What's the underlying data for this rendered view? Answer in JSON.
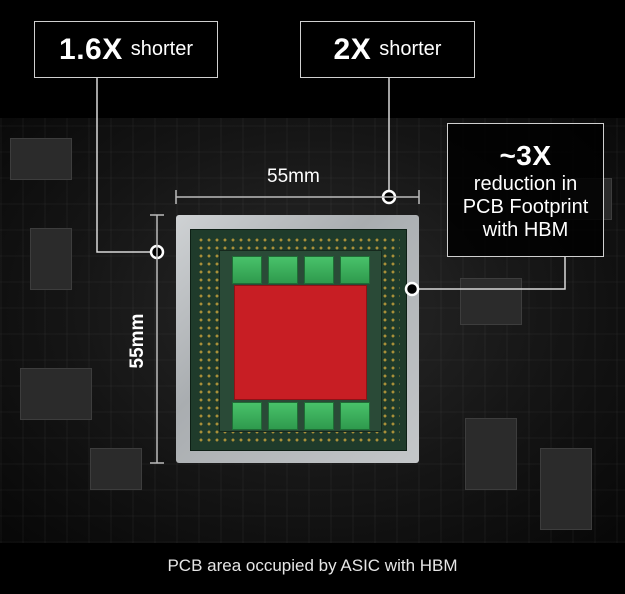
{
  "labels": {
    "left_box": {
      "big": "1.6X",
      "small": "shorter"
    },
    "mid_box": {
      "big": "2X",
      "small": "shorter"
    },
    "right_box": {
      "big": "~3X",
      "line1": "reduction in",
      "line2": "PCB Footprint",
      "line3": "with HBM"
    }
  },
  "dimensions": {
    "width": "55mm",
    "height": "55mm"
  },
  "caption": "PCB area occupied by ASIC with HBM",
  "colors": {
    "asic": "#c81e24",
    "hbm": "#3bb25a",
    "substrate": "#1f3b2b",
    "background": "#000000"
  }
}
